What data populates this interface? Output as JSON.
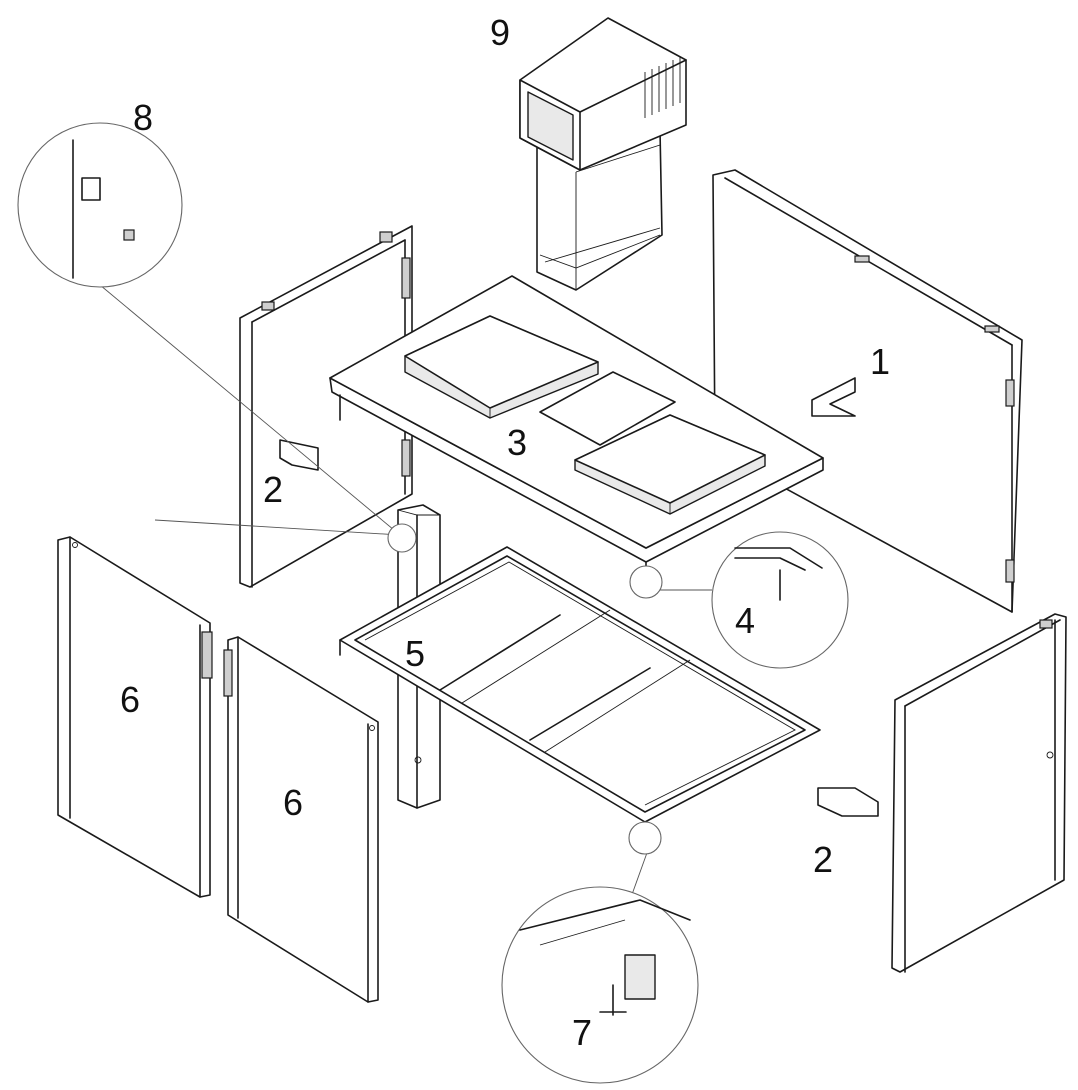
{
  "labels": {
    "l1": "1",
    "l2a": "2",
    "l2b": "2",
    "l3": "3",
    "l4": "4",
    "l5": "5",
    "l6a": "6",
    "l6b": "6",
    "l7": "7",
    "l8": "8",
    "l9": "9"
  }
}
